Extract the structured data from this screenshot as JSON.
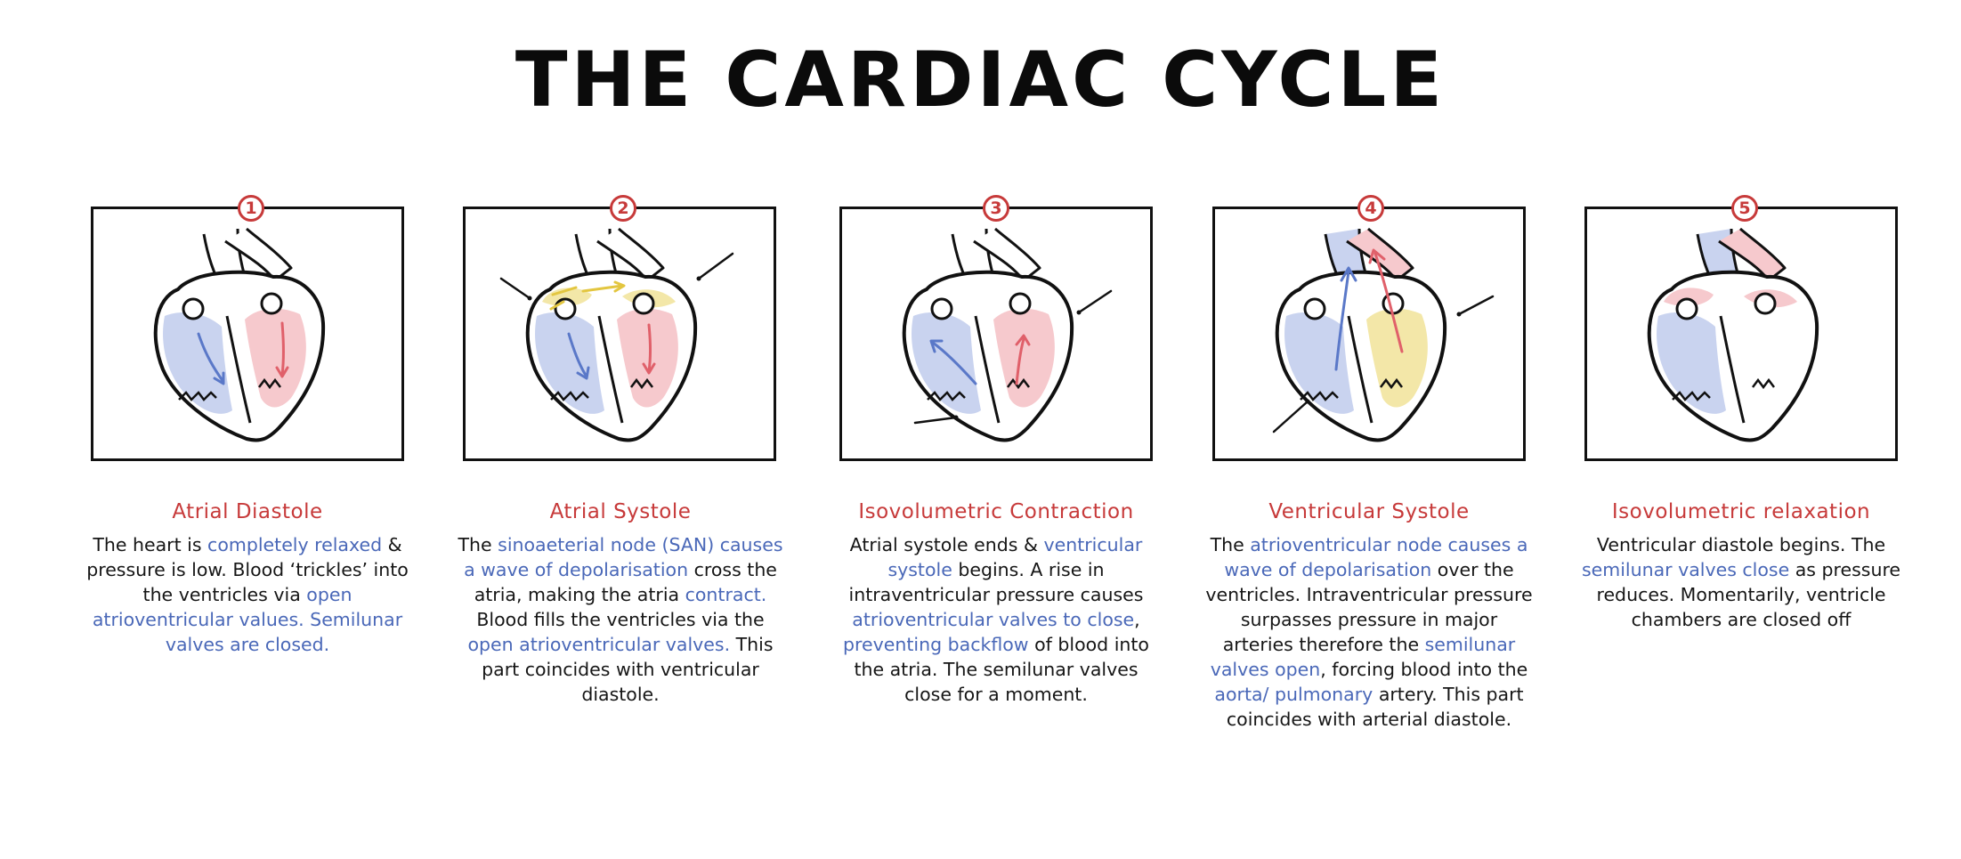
{
  "title": "THE CARDIAC CYCLE",
  "colors": {
    "title": "#0b0b0b",
    "accent_red": "#c73a3a",
    "highlight_blue": "#4a68b8",
    "deoxygenated_fill": "#c9d3ef",
    "oxygenated_fill": "#f6c9cd",
    "electrical_yellow": "#f3e7a8"
  },
  "stages": [
    {
      "number": "1",
      "name": "Atrial Diastole",
      "segments": [
        {
          "text": "The heart is ",
          "hl": false
        },
        {
          "text": "completely relaxed",
          "hl": true
        },
        {
          "text": " & pressure is low. Blood ‘trickles’ into the ventricles via ",
          "hl": false
        },
        {
          "text": "open atrioventricular values. Semilunar valves are closed.",
          "hl": true
        }
      ]
    },
    {
      "number": "2",
      "name": "Atrial Systole",
      "segments": [
        {
          "text": "The ",
          "hl": false
        },
        {
          "text": "sinoaeterial node (SAN) causes a wave of depolarisation",
          "hl": true
        },
        {
          "text": " cross the atria, making the atria ",
          "hl": false
        },
        {
          "text": "contract.",
          "hl": true
        },
        {
          "text": " Blood fills the ventricles via the ",
          "hl": false
        },
        {
          "text": "open atrioventricular valves.",
          "hl": true
        },
        {
          "text": " This part coincides with ventricular diastole.",
          "hl": false
        }
      ]
    },
    {
      "number": "3",
      "name": "Isovolumetric Contraction",
      "segments": [
        {
          "text": "Atrial systole ends & ",
          "hl": false
        },
        {
          "text": "ventricular systole",
          "hl": true
        },
        {
          "text": " begins. A rise in intraventricular pressure causes ",
          "hl": false
        },
        {
          "text": "atrioventricular valves to close",
          "hl": true
        },
        {
          "text": ", ",
          "hl": false
        },
        {
          "text": "preventing backflow",
          "hl": true
        },
        {
          "text": " of blood into the atria. The semilunar valves close for a moment.",
          "hl": false
        }
      ]
    },
    {
      "number": "4",
      "name": "Ventricular Systole",
      "segments": [
        {
          "text": "The ",
          "hl": false
        },
        {
          "text": "atrioventricular node causes a wave of depolarisation",
          "hl": true
        },
        {
          "text": " over the ventricles. Intraventricular pressure surpasses pressure in major arteries therefore the ",
          "hl": false
        },
        {
          "text": "semilunar valves open",
          "hl": true
        },
        {
          "text": ", forcing blood into the ",
          "hl": false
        },
        {
          "text": "aorta/ pulmonary",
          "hl": true
        },
        {
          "text": " artery. This part coincides with arterial diastole.",
          "hl": false
        }
      ]
    },
    {
      "number": "5",
      "name": "Isovolumetric relaxation",
      "segments": [
        {
          "text": "Ventricular diastole begins. The ",
          "hl": false
        },
        {
          "text": "semilunar valves close",
          "hl": true
        },
        {
          "text": " as pressure reduces. Momentarily, ventricle chambers are closed off",
          "hl": false
        }
      ]
    }
  ]
}
